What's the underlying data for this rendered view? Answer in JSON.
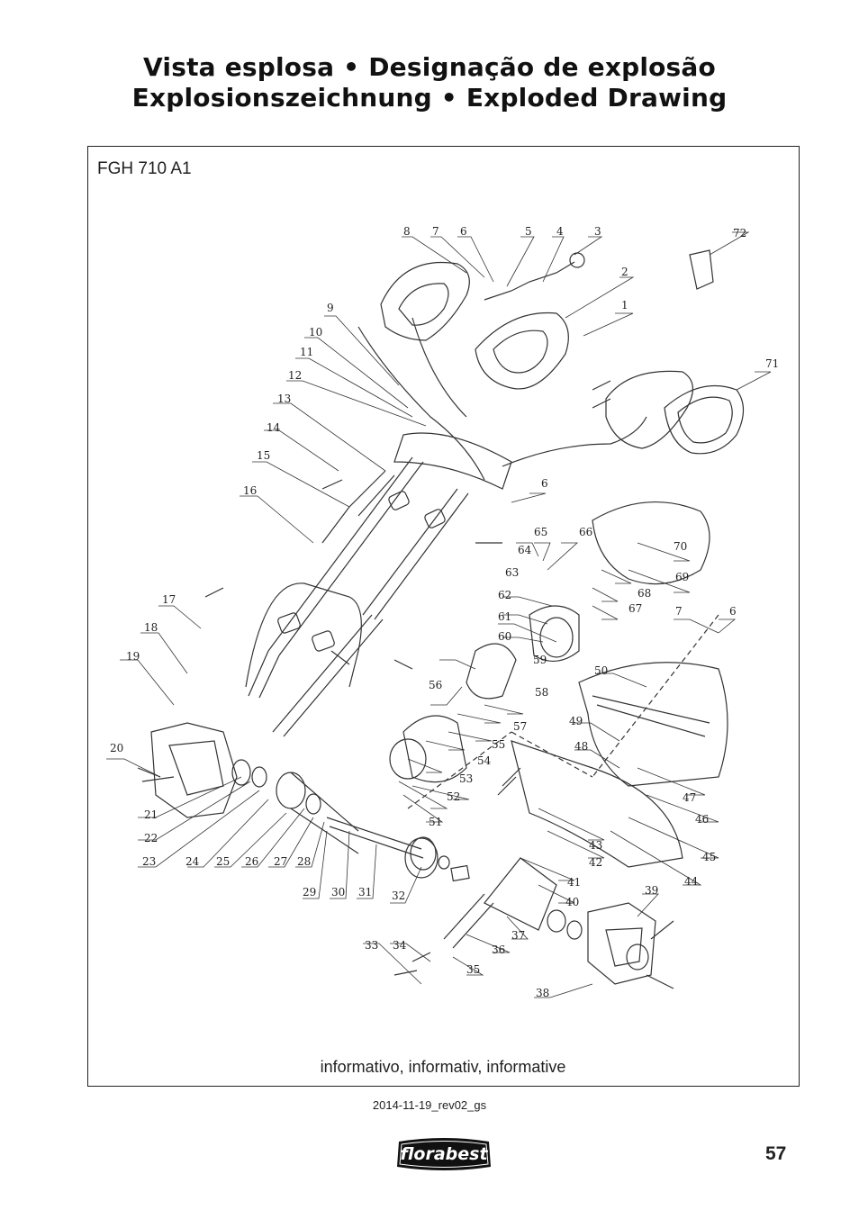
{
  "header": {
    "title_line1": "Vista esplosa • Designação de explosão",
    "title_line2": "Explosionszeichnung • Exploded Drawing"
  },
  "drawing": {
    "model": "FGH 710 A1",
    "caption": "informativo, informativ, informative",
    "part_labels": {
      "p1": "1",
      "p2": "2",
      "p3": "3",
      "p4": "4",
      "p5": "5",
      "p6": "6",
      "p7": "7",
      "p8": "8",
      "p9": "9",
      "p10": "10",
      "p11": "11",
      "p12": "12",
      "p13": "13",
      "p14": "14",
      "p15": "15",
      "p16": "16",
      "p17": "17",
      "p18": "18",
      "p19": "19",
      "p20": "20",
      "p21": "21",
      "p22": "22",
      "p23": "23",
      "p24": "24",
      "p25": "25",
      "p26": "26",
      "p27": "27",
      "p28": "28",
      "p29": "29",
      "p30": "30",
      "p31": "31",
      "p32": "32",
      "p33": "33",
      "p34": "34",
      "p35": "35",
      "p36": "36",
      "p37": "37",
      "p38": "38",
      "p39": "39",
      "p40": "40",
      "p41": "41",
      "p42": "42",
      "p43": "43",
      "p44": "44",
      "p45": "45",
      "p46": "46",
      "p47": "47",
      "p48": "48",
      "p49": "49",
      "p50": "50",
      "p51": "51",
      "p52": "52",
      "p53": "53",
      "p54": "54",
      "p55": "55",
      "p56": "56",
      "p57": "57",
      "p58": "58",
      "p59": "59",
      "p60": "60",
      "p61": "61",
      "p62": "62",
      "p63": "63",
      "p64": "64",
      "p65": "65",
      "p66": "66",
      "p67": "67",
      "p68": "68",
      "p69": "69",
      "p70": "70",
      "p71": "71",
      "p72": "72",
      "p6b": "6",
      "p6c": "6",
      "p7b": "7"
    }
  },
  "footer": {
    "revision": "2014-11-19_rev02_gs",
    "brand": "florabest",
    "page_number": "57"
  }
}
